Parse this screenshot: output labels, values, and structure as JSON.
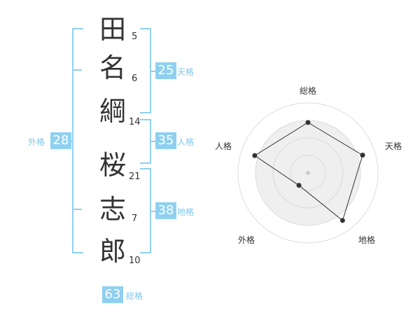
{
  "name": {
    "chars": [
      {
        "char": "田",
        "strokes": "5"
      },
      {
        "char": "名",
        "strokes": "6"
      },
      {
        "char": "綱",
        "strokes": "14"
      },
      {
        "char": "桜",
        "strokes": "21"
      },
      {
        "char": "志",
        "strokes": "7"
      },
      {
        "char": "郎",
        "strokes": "10"
      }
    ]
  },
  "fortunes": {
    "tenkaku": {
      "label": "天格",
      "value": "25"
    },
    "jinkaku": {
      "label": "人格",
      "value": "35"
    },
    "chikaku": {
      "label": "地格",
      "value": "38"
    },
    "gaikaku": {
      "label": "外格",
      "value": "28"
    },
    "soukaku": {
      "label": "総格",
      "value": "63"
    }
  },
  "radar": {
    "type": "radar",
    "axes": [
      "総格",
      "天格",
      "地格",
      "外格",
      "人格"
    ],
    "values": [
      0.72,
      0.82,
      0.84,
      0.22,
      0.8
    ],
    "rings": 4,
    "colors": {
      "fill": "#efefef",
      "ring": "#dddddd",
      "line": "#333333",
      "center": "#cccccc"
    }
  },
  "colors": {
    "accent": "#8fd0f0",
    "accent_text": "#7fc8ee",
    "text": "#333333"
  }
}
